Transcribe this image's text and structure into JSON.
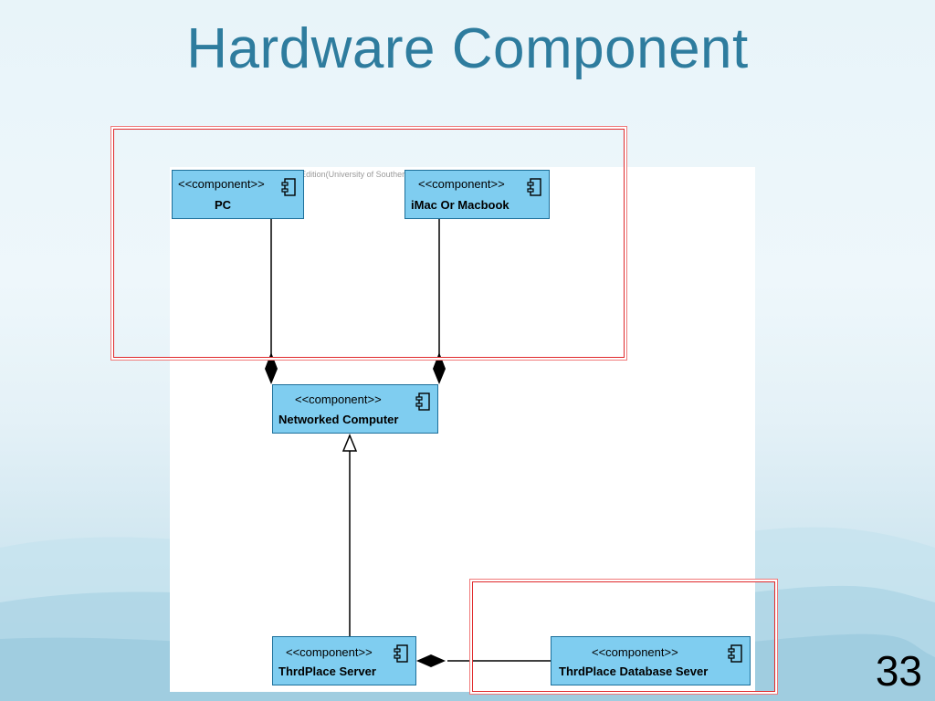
{
  "slide": {
    "title": "Hardware Component",
    "page_number": "33"
  },
  "diagram": {
    "watermark": "Visual Paradigm for UML Standard Edition(University of Southern California)",
    "components": [
      {
        "id": "pc",
        "stereotype": "<<component>>",
        "name": "PC"
      },
      {
        "id": "imac",
        "stereotype": "<<component>>",
        "name": "iMac Or Macbook"
      },
      {
        "id": "networked",
        "stereotype": "<<component>>",
        "name": "Networked Computer"
      },
      {
        "id": "server",
        "stereotype": "<<component>>",
        "name": "ThrdPlace Server"
      },
      {
        "id": "dbserver",
        "stereotype": "<<component>>",
        "name": "ThrdPlace Database Sever"
      }
    ],
    "relations": [
      {
        "from": "pc",
        "to": "networked",
        "type": "composition"
      },
      {
        "from": "imac",
        "to": "networked",
        "type": "composition"
      },
      {
        "from": "server",
        "to": "networked",
        "type": "generalization"
      },
      {
        "from": "dbserver",
        "to": "server",
        "type": "composition"
      }
    ],
    "highlight_color": "#e0292b"
  }
}
